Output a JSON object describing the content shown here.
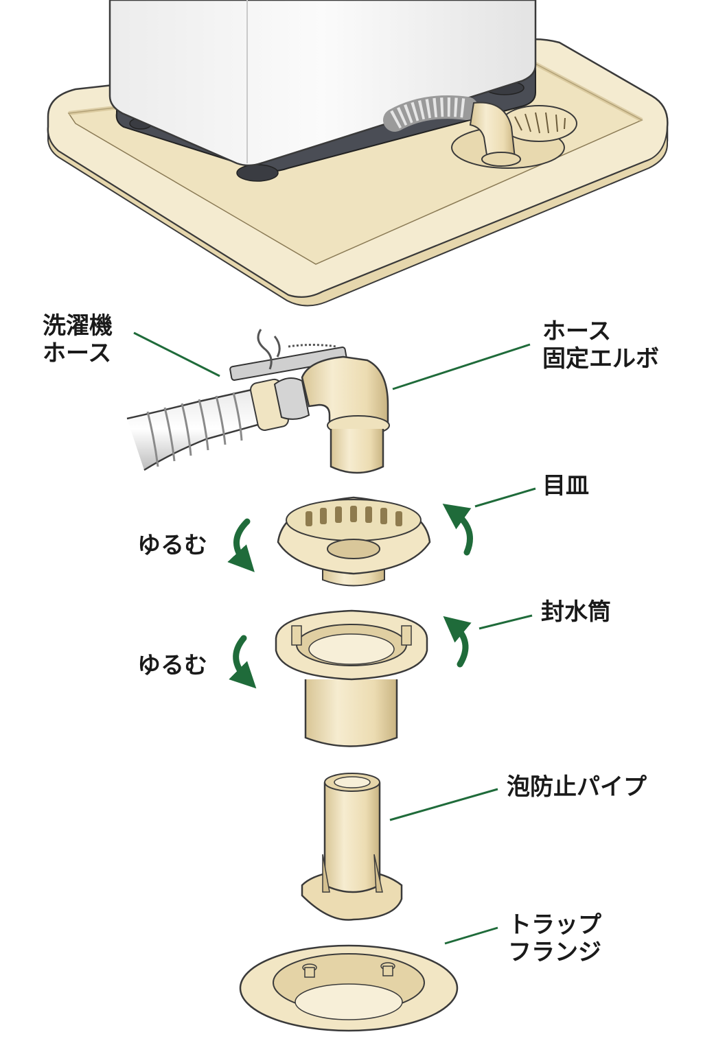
{
  "labels": {
    "washer_hose": [
      "洗濯機",
      "ホース"
    ],
    "hose_elbow": [
      "ホース",
      "固定エルボ"
    ],
    "strainer": "目皿",
    "sealing_cylinder": "封水筒",
    "anti_foam_pipe": "泡防止パイプ",
    "trap_flange": [
      "トラップ",
      "フランジ"
    ],
    "loosen_1": "ゆるむ",
    "loosen_2": "ゆるむ"
  },
  "colors": {
    "leader_line": "#1f6b3a",
    "rotation_arrow": "#1f6b3a",
    "part_fill": "#f2e6c4",
    "part_shade": "#d9c79a",
    "outline": "#3a3a3a",
    "tray_fill": "#f4ebd0",
    "washer_body": "#f5f5f5",
    "washer_base": "#4a4d55"
  },
  "icons": [
    "washing-machine",
    "drain-tray",
    "rotate-ccw-arrow",
    "rotate-cw-arrow"
  ]
}
